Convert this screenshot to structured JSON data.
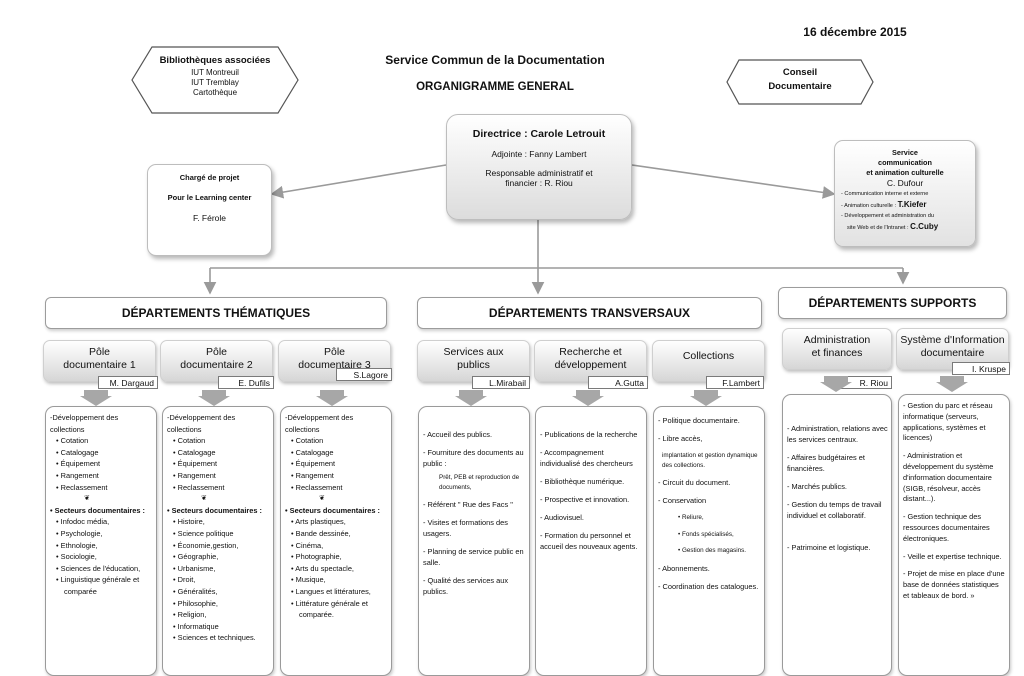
{
  "date": "16 décembre 2015",
  "header": {
    "service": "Service Commun de la Documentation",
    "title": "ORGANIGRAMME GENERAL"
  },
  "bibliotheques": {
    "title": "Bibliothèques associées",
    "items": [
      "IUT Montreuil",
      "IUT Tremblay",
      "Cartothèque"
    ]
  },
  "conseil": {
    "line1": "Conseil",
    "line2": "Documentaire"
  },
  "direction": {
    "title": "Directrice : Carole Letrouit",
    "adjointe": "Adjointe : Fanny Lambert",
    "responsable1": "Responsable administratif et",
    "responsable2": "financier : R. Riou"
  },
  "projet": {
    "line1": "Chargé de projet",
    "line2": "Pour le Learning center",
    "name": "F. Férole"
  },
  "communication": {
    "title1": "Service",
    "title2": "communication",
    "title3": "et animation culturelle",
    "head": "C. Dufour",
    "items": [
      {
        "text": "- Communication interne et externe",
        "name": ""
      },
      {
        "text": "- Animation culturelle :",
        "name": "T.Kiefer"
      },
      {
        "text": "- Développement et administration du",
        "name": ""
      },
      {
        "text": "site Web et de l'Intranet :",
        "name": "C.Cuby"
      }
    ]
  },
  "departments": {
    "thematiques": "DÉPARTEMENTS THÉMATIQUES",
    "transversaux": "DÉPARTEMENTS TRANSVERSAUX",
    "supports": "DÉPARTEMENTS SUPPORTS"
  },
  "poles": [
    {
      "label1": "Pôle",
      "label2": "documentaire 1",
      "tag": "M. Dargaud"
    },
    {
      "label1": "Pôle",
      "label2": "documentaire 2",
      "tag": "E. Dufils"
    },
    {
      "label1": "Pôle",
      "label2": "documentaire 3",
      "tag": "S.Lagore"
    },
    {
      "label1": "Services aux",
      "label2": "publics",
      "tag": "L.Mirabail"
    },
    {
      "label1": "Recherche et",
      "label2": "développement",
      "tag": "A.Gutta"
    },
    {
      "label1": "Collections",
      "label2": "",
      "tag": "F.Lambert"
    },
    {
      "label1": "Administration",
      "label2": "et finances",
      "tag": "R. Riou"
    },
    {
      "label1": "Système d'Information",
      "label2": "documentaire",
      "tag": "I. Kruspe"
    }
  ],
  "pole1": {
    "intro1": "-Développement des",
    "intro2": "collections",
    "items": [
      "Cotation",
      "Catalogage",
      "Équipement",
      "Rangement",
      "Reclassement"
    ],
    "secteurs_title": "Secteurs documentaires :",
    "secteurs": [
      "Infodoc média,",
      "Psychologie,",
      "Ethnologie,",
      "Sociologie,",
      "Sciences de l'éducation,",
      "Linguistique générale et",
      "comparée"
    ]
  },
  "pole2": {
    "intro1": "-Développement des",
    "intro2": "collections",
    "items": [
      "Cotation",
      "Catalogage",
      "Équipement",
      "Rangement",
      "Reclassement"
    ],
    "secteurs_title": "Secteurs documentaires :",
    "secteurs": [
      "Histoire,",
      "Science politique",
      "Économie,gestion,",
      "Géographie,",
      "Urbanisme,",
      "Droit,",
      "Généralités,",
      "Philosophie,",
      "Religion,",
      "Informatique",
      "Sciences et techniques."
    ]
  },
  "pole3": {
    "intro1": "-Développement des",
    "intro2": "collections",
    "items": [
      "Cotation",
      "Catalogage",
      "Équipement",
      "Rangement",
      "Reclassement"
    ],
    "secteurs_title": "Secteurs documentaires :",
    "secteurs": [
      "Arts plastiques,",
      "Bande dessinée,",
      "Cinéma,",
      "Photographie,",
      "Arts du spectacle,",
      "Musique,",
      "Langues et littératures,",
      "Littérature générale et",
      "comparée."
    ]
  },
  "services_publics": {
    "items": [
      "- Accueil des publics.",
      "- Fourniture des documents au public :",
      "- Référent \" Rue des Facs \"",
      "- Visites et formations des usagers.",
      "- Planning de service public en salle.",
      "- Qualité des services aux publics."
    ],
    "sub": "Prêt, PEB et reproduction de documents,"
  },
  "recherche": {
    "items": [
      "- Publications de la recherche",
      "- Accompagnement individualisé des chercheurs",
      "- Bibliothèque numérique.",
      "- Prospective et innovation.",
      "- Audiovisuel.",
      "- Formation du personnel et accueil des nouveaux agents."
    ]
  },
  "collections": {
    "items": [
      "- Politique documentaire.",
      "- Libre accès,",
      "- Circuit du document.",
      "- Conservation",
      "- Abonnements.",
      "- Coordination des catalogues."
    ],
    "libre_sub": "implantation et gestion dynamique des collections.",
    "conservation_sub": [
      "Reliure,",
      "Fonds spécialisés,",
      "Gestion des magasins."
    ]
  },
  "administration": {
    "items": [
      "- Administration, relations avec les services centraux.",
      "- Affaires budgétaires et financières.",
      "- Marchés publics.",
      "- Gestion du temps de travail individuel et collaboratif.",
      "- Patrimoine et logistique."
    ]
  },
  "sid": {
    "items": [
      "- Gestion du parc et réseau informatique (serveurs, applications, systèmes et licences)",
      "- Administration et développement du système d'information documentaire (SIGB, résolveur, accès distant...).",
      "- Gestion technique des ressources documentaires électroniques.",
      "- Veille et expertise technique.",
      "- Projet de mise en place d'une base de données statistiques et tableaux de bord. »"
    ]
  },
  "colors": {
    "line": "#9a9a9a",
    "arrow": "#a7a7a7",
    "border": "#bdbdbd"
  }
}
